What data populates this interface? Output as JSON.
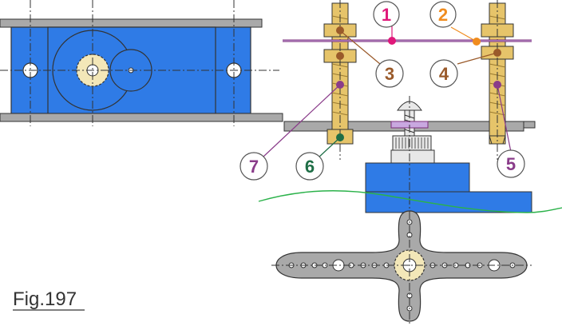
{
  "figure": {
    "label": "Fig.197"
  },
  "callouts": [
    {
      "number": "1",
      "color": "#e0187a"
    },
    {
      "number": "2",
      "color": "#f08c1e"
    },
    {
      "number": "3",
      "color": "#9a5a2a"
    },
    {
      "number": "4",
      "color": "#9a5a2a"
    },
    {
      "number": "5",
      "color": "#8a3c8a"
    },
    {
      "number": "6",
      "color": "#1e6e46"
    },
    {
      "number": "7",
      "color": "#8a3c8a"
    }
  ],
  "colors": {
    "servo_body": "#2f7be6",
    "plate": "#a9a9a9",
    "brass": "#e6c46a",
    "horn": "#a9a9a9",
    "spline": "#f3e7b8",
    "wire": "#7a2e7a",
    "terrain": "#2bb24a"
  }
}
